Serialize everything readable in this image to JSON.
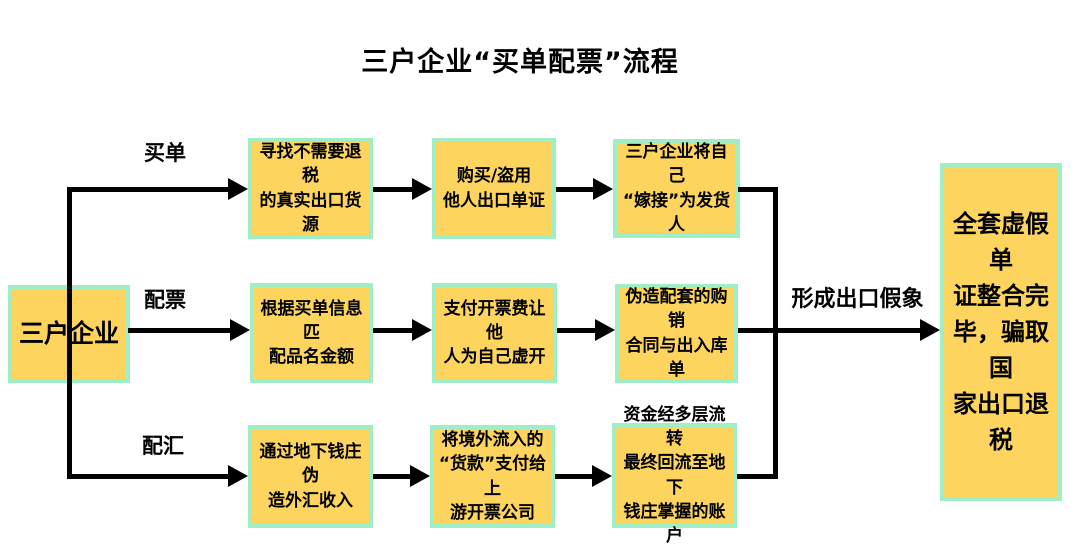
{
  "title": "三户企业“买单配票”流程",
  "source": {
    "label": "三户企业"
  },
  "rows": [
    {
      "branch_label": "买单",
      "steps": [
        "寻找不需要退税\n的真实出口货源",
        "购买/盗用\n他人出口单证",
        "三户企业将自己\n“嫁接”为发货人"
      ]
    },
    {
      "branch_label": "配票",
      "steps": [
        "根据买单信息匹\n配品名金额",
        "支付开票费让他\n人为自己虚开",
        "伪造配套的购销\n合同与出入库单"
      ]
    },
    {
      "branch_label": "配汇",
      "steps": [
        "通过地下钱庄伪\n造外汇收入",
        "将境外流入的\n“货款”支付给上\n游开票公司",
        "资金经多层流转\n最终回流至地下\n钱庄掌握的账户"
      ]
    }
  ],
  "convergence_label": "形成出口假象",
  "result": {
    "label": "全套虚假单\n证整合完\n毕，骗取国\n家出口退税"
  },
  "colors": {
    "box_fill": "#FCD45E",
    "box_border": "#9FEEC5",
    "line": "#000000",
    "background": "#FFFFFF",
    "text": "#000000"
  }
}
